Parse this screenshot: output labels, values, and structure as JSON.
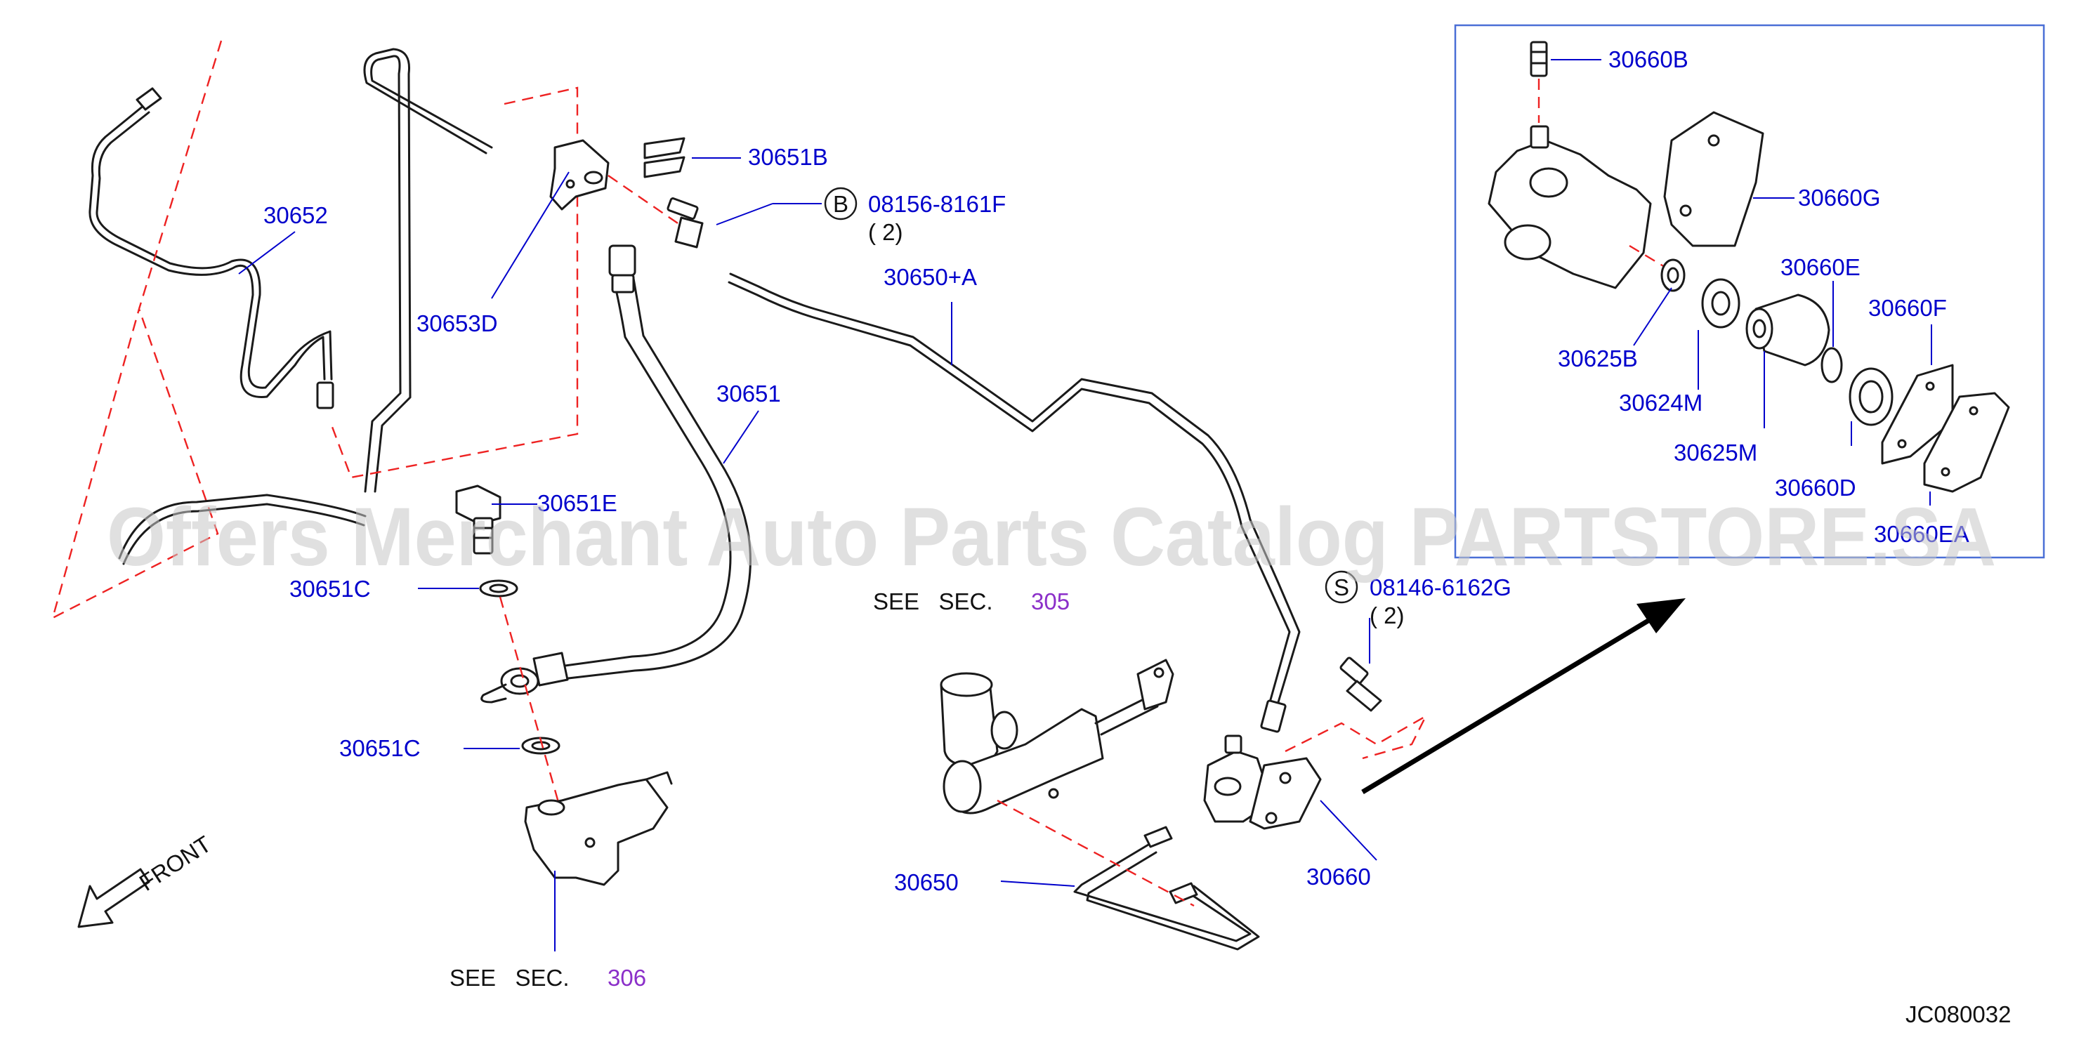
{
  "diagram": {
    "code": "JC080032",
    "front_label": "FRONT",
    "watermark": "Offers Merchant Auto Parts Catalog PARTSTORE.SA",
    "labels": {
      "p30652": "30652",
      "p30653D": "30653D",
      "p30651B": "30651B",
      "p08156": "08156-8161F",
      "p08156_qty": "( 2)",
      "p30650A": "30650+A",
      "p30651": "30651",
      "p30651E": "30651E",
      "p30651C_1": "30651C",
      "p30651C_2": "30651C",
      "p30650": "30650",
      "p30660": "30660",
      "p08146": "08146-6162G",
      "p08146_qty": "( 2)",
      "p30660B": "30660B",
      "p30660G": "30660G",
      "p30660E": "30660E",
      "p30660F": "30660F",
      "p30625B": "30625B",
      "p30624M": "30624M",
      "p30625M": "30625M",
      "p30660D": "30660D",
      "p30660EA": "30660EA"
    },
    "markers": {
      "b": "B",
      "s": "S"
    },
    "see_sec_1": {
      "text": "SEE   SEC.",
      "num": "305"
    },
    "see_sec_2": {
      "text": "SEE   SEC.",
      "num": "306"
    },
    "colors": {
      "label": "#0000cc",
      "dashed": "#ee2222",
      "line": "#1a1a1a",
      "section_ref": "#8b2fc9",
      "inset_border": "#4a6fd6"
    }
  }
}
